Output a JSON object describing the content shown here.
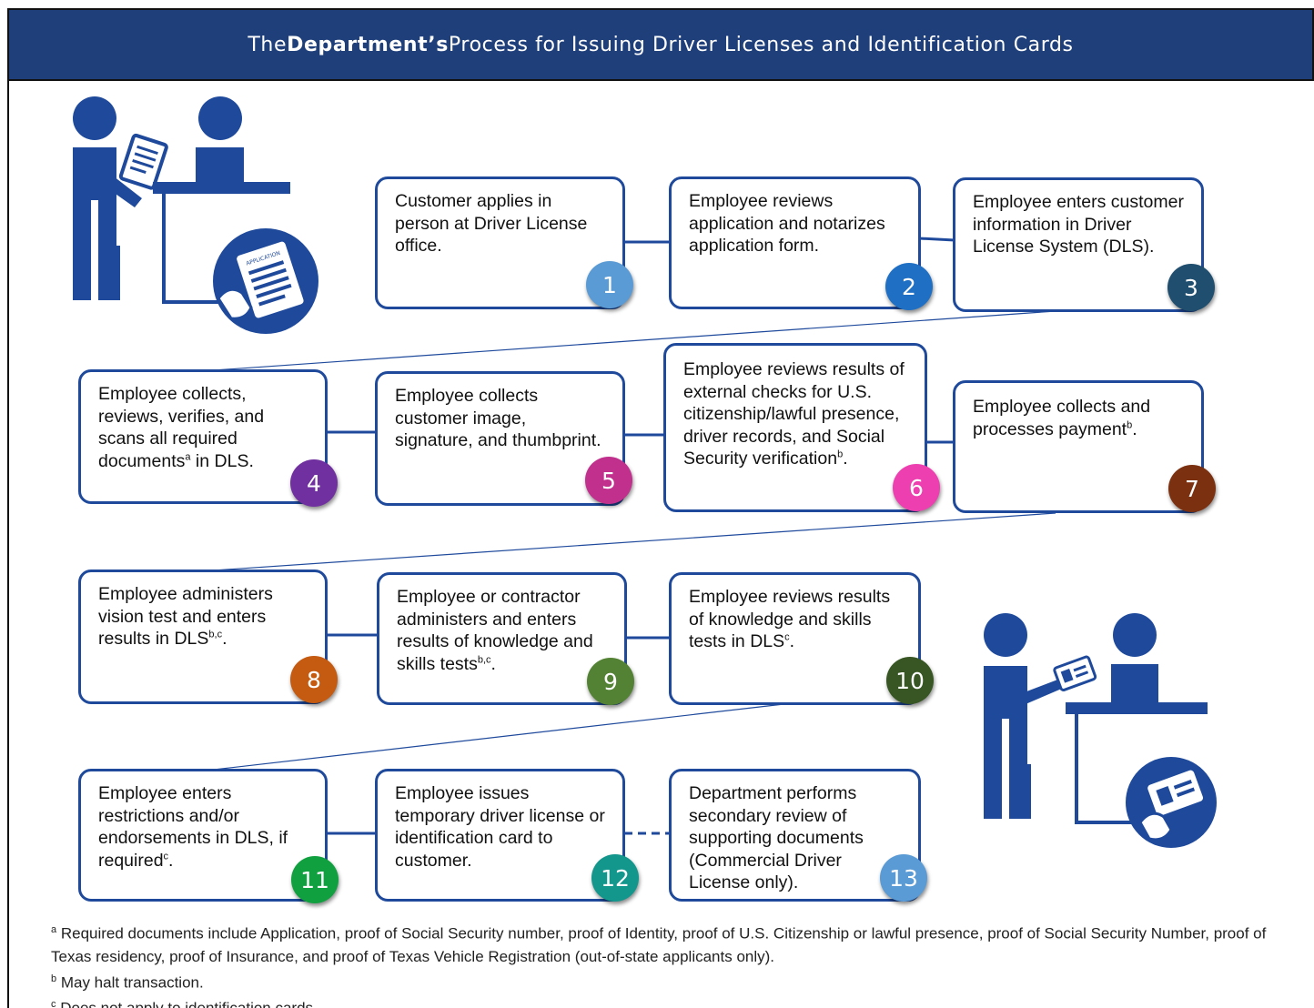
{
  "header": {
    "title_prefix": "The ",
    "title_bold": "Department’s",
    "title_suffix": " Process for Issuing Driver Licenses and Identification Cards"
  },
  "colors": {
    "header_bg": "#1f3f7a",
    "box_border": "#1f4a9c",
    "illustration": "#1f4a9c"
  },
  "steps": [
    {
      "number": "1",
      "text": "Customer applies in person at Driver License office.",
      "badge_color": "#5b9bd5"
    },
    {
      "number": "2",
      "text": "Employee reviews application and notarizes application form.",
      "badge_color": "#1f6fc4"
    },
    {
      "number": "3",
      "text": "Employee enters customer information in Driver License System (DLS).",
      "badge_color": "#1f4e6e"
    },
    {
      "number": "4",
      "text": "Employee collects, reviews, verifies, and scans all required documents",
      "sup": "a",
      "suffix": " in DLS.",
      "badge_color": "#7030a0"
    },
    {
      "number": "5",
      "text": "Employee collects customer image, signature, and thumbprint.",
      "badge_color": "#c0308c"
    },
    {
      "number": "6",
      "text": "Employee reviews results of external checks for U.S. citizenship/lawful presence, driver records, and Social Security verification",
      "sup": "b",
      "suffix": ".",
      "badge_color": "#ee3fb0"
    },
    {
      "number": "7",
      "text": "Employee collects and processes payment",
      "sup": "b",
      "suffix": ".",
      "badge_color": "#7b3010"
    },
    {
      "number": "8",
      "text": "Employee administers vision test and enters results in DLS",
      "sup": "b,c",
      "suffix": ".",
      "badge_color": "#c55a11"
    },
    {
      "number": "9",
      "text": "Employee or contractor administers and enters results of knowledge and skills tests",
      "sup": "b,c",
      "suffix": ".",
      "badge_color": "#548235"
    },
    {
      "number": "10",
      "text": "Employee reviews results of knowledge and skills tests in DLS",
      "sup": "c",
      "suffix": ".",
      "badge_color": "#375623"
    },
    {
      "number": "11",
      "text": "Employee enters restrictions and/or endorsements in DLS, if required",
      "sup": "c",
      "suffix": ".",
      "badge_color": "#10a040"
    },
    {
      "number": "12",
      "text": "Employee issues temporary driver license or identification card to customer.",
      "badge_color": "#13968c"
    },
    {
      "number": "13",
      "text": "Department performs secondary review of supporting documents (Commercial Driver License only).",
      "badge_color": "#5b9bd5"
    }
  ],
  "footnotes": [
    {
      "mark": "a",
      "text": " Required documents include Application, proof of Social Security number, proof of Identity, proof of U.S. Citizenship or lawful presence, proof of Social Security Number, proof of Texas residency, proof of Insurance, and proof of Texas Vehicle Registration (out-of-state applicants only)."
    },
    {
      "mark": "b",
      "text": " May halt transaction."
    },
    {
      "mark": "c",
      "text": " Does not apply to identification cards."
    }
  ],
  "illustrations": {
    "top_left": {
      "name": "application-counter-illustration",
      "badge_label": "APPLICATION"
    },
    "bottom_right": {
      "name": "license-issue-illustration"
    }
  }
}
